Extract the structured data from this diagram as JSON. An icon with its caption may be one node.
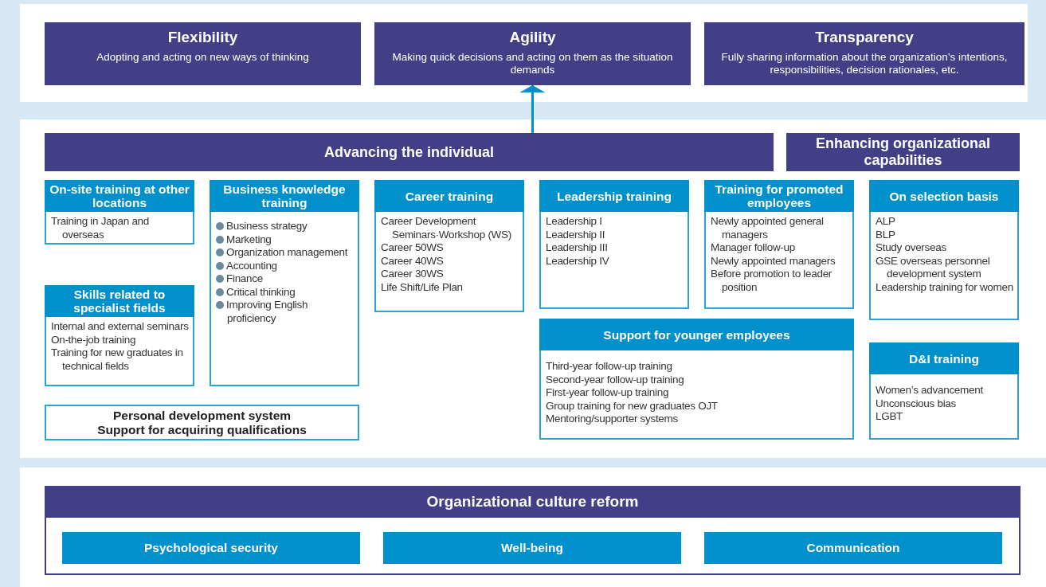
{
  "diagram": {
    "nodes": [
      {
        "text": [
          "Flexibility",
          "Adopting and acting on new ways of thinking"
        ]
      },
      {
        "text": [
          "Agility",
          "Making quick decisions and acting on them as the situation demands"
        ]
      },
      {
        "text": [
          "Transparency",
          "Fully sharing information about the organization’s intentions, responsibilities, decision rationales, etc."
        ]
      },
      {
        "text": [
          "Advancing the individual"
        ]
      },
      {
        "text": [
          "Enhancing organizational capabilities"
        ]
      },
      {
        "text": [
          "On-site training at other locations",
          "Training in Japan and overseas"
        ]
      },
      {
        "text": [
          "Business knowledge training",
          "Business strategy",
          "Marketing",
          "Organization management",
          "Accounting",
          "Finance",
          "Critical thinking",
          "Improving English proficiency"
        ]
      },
      {
        "text": [
          "Career training",
          "Career Development Seminars·Workshop (WS)",
          "Career 50WS",
          "Career 40WS",
          "Career 30WS",
          "Life Shift/Life Plan"
        ]
      },
      {
        "text": [
          "Leadership training",
          "Leadership I",
          "Leadership II",
          "Leadership III",
          "Leadership IV"
        ]
      },
      {
        "text": [
          "Training for promoted employees",
          "Newly appointed general managers",
          "Manager follow-up",
          "Newly appointed managers",
          "Before promotion to leader position"
        ]
      },
      {
        "text": [
          "On selection basis",
          "ALP",
          "BLP",
          "Study overseas",
          "GSE overseas personnel development system",
          "Leadership training for women"
        ]
      },
      {
        "text": [
          "Skills related to specialist fields",
          "Internal and external seminars",
          "On-the-job training",
          "Training for new graduates in technical fields"
        ]
      },
      {
        "text": [
          "Support for younger employees",
          "Third-year follow-up training",
          "Second-year follow-up training",
          "First-year follow-up training",
          "Group training for new graduates OJT",
          "Mentoring/supporter systems"
        ]
      },
      {
        "text": [
          "D&I training",
          "Women’s advancement",
          "Unconscious bias",
          "LGBT"
        ]
      },
      {
        "text": [
          "Personal development system",
          "Support for acquiring qualifications"
        ]
      },
      {
        "text": [
          "Organizational culture reform"
        ]
      },
      {
        "text": [
          "Psychological security"
        ],
        "in": 15
      },
      {
        "text": [
          "Well-being"
        ],
        "in": 15
      },
      {
        "text": [
          "Communication"
        ],
        "in": 15
      }
    ],
    "edges": [
      {
        "from": 3,
        "to": 1,
        "arrow": "to"
      }
    ]
  }
}
